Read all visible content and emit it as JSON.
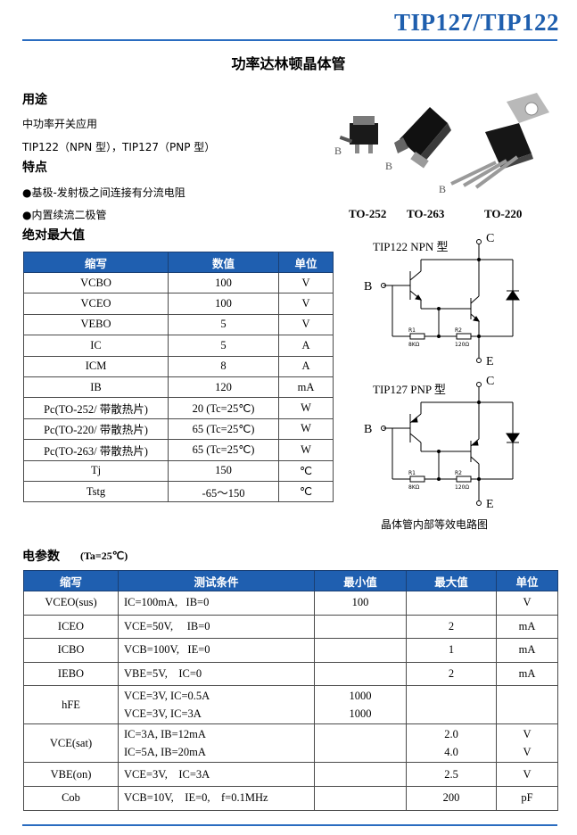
{
  "header": {
    "title": "TIP127/TIP122"
  },
  "page_title": "功率达林顿晶体管",
  "uses": {
    "heading": "用途",
    "line1": "中功率开关应用",
    "line2": "TIP122（NPN 型），TIP127（PNP 型）"
  },
  "features": {
    "heading": "特点",
    "item1": "●基极-发射极之间连接有分流电阻",
    "item2": "●内置续流二极管"
  },
  "abs_max": {
    "heading": "绝对最大值",
    "columns": [
      "缩写",
      "数值",
      "单位"
    ],
    "rows": [
      {
        "sym": "VCBO",
        "value": "100",
        "unit": "V"
      },
      {
        "sym": "VCEO",
        "value": "100",
        "unit": "V"
      },
      {
        "sym": "VEBO",
        "value": "5",
        "unit": "V"
      },
      {
        "sym": "IC",
        "value": "5",
        "unit": "A"
      },
      {
        "sym": "ICM",
        "value": "8",
        "unit": "A"
      },
      {
        "sym": "IB",
        "value": "120",
        "unit": "mA"
      },
      {
        "sym": "Pc(TO-252/ 带散热片)",
        "value": "20  (Tc=25℃)",
        "unit": "W"
      },
      {
        "sym": "Pc(TO-220/ 带散热片)",
        "value": "65  (Tc=25℃)",
        "unit": "W"
      },
      {
        "sym": "Pc(TO-263/ 带散热片)",
        "value": "65  (Tc=25℃)",
        "unit": "W"
      },
      {
        "sym": "Tj",
        "value": "150",
        "unit": "℃"
      },
      {
        "sym": "Tstg",
        "value": "-65～150",
        "unit": "℃"
      }
    ]
  },
  "packages": {
    "labels": [
      "TO-252",
      "TO-263",
      "TO-220"
    ],
    "pin_label": "B"
  },
  "circuits": {
    "npn_title": "TIP122 NPN 型",
    "pnp_title": "TIP127 PNP 型",
    "pin_c": "C",
    "pin_b": "B",
    "pin_e": "E",
    "r1": "R1",
    "r1_val": "8KΩ",
    "r2": "R2",
    "r2_val": "120Ω",
    "caption": "晶体管内部等效电路图"
  },
  "elec": {
    "heading": "电参数",
    "condition": "(Ta=25℃)",
    "columns": [
      "缩写",
      "测试条件",
      "最小值",
      "最大值",
      "单位"
    ],
    "rows": [
      {
        "sym": "VCEO(sus)",
        "cond": "IC=100mA,   IB=0",
        "min": "100",
        "max": "",
        "unit": "V"
      },
      {
        "sym": "ICEO",
        "cond": "VCE=50V,     IB=0",
        "min": "",
        "max": "2",
        "unit": "mA"
      },
      {
        "sym": "ICBO",
        "cond": "VCB=100V,   IE=0",
        "min": "",
        "max": "1",
        "unit": "mA"
      },
      {
        "sym": "IEBO",
        "cond": "VBE=5V,    IC=0",
        "min": "",
        "max": "2",
        "unit": "mA"
      },
      {
        "sym": "hFE",
        "cond": "VCE=3V,    IC=0.5A\nVCE=3V,    IC=3A",
        "min": "1000\n1000",
        "max": "",
        "unit": ""
      },
      {
        "sym": "VCE(sat)",
        "cond": "IC=3A,    IB=12mA\nIC=5A,    IB=20mA",
        "min": "",
        "max": "2.0\n4.0",
        "unit": "V\nV"
      },
      {
        "sym": "VBE(on)",
        "cond": "VCE=3V,    IC=3A",
        "min": "",
        "max": "2.5",
        "unit": "V"
      },
      {
        "sym": "Cob",
        "cond": "VCB=10V,    IE=0,    f=0.1MHz",
        "min": "",
        "max": "200",
        "unit": "pF"
      }
    ]
  },
  "colors": {
    "accent": "#1f5fb0",
    "rule": "#2a6cc0"
  }
}
